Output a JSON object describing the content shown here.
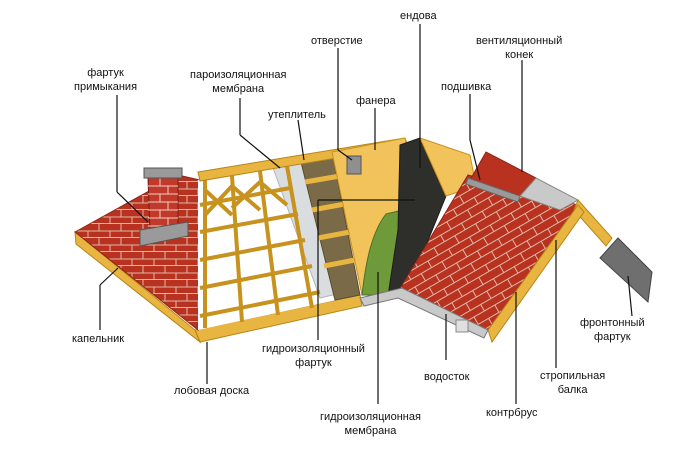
{
  "labels": {
    "endova": "ендова",
    "otverstie": "отверстие",
    "vent_konek": [
      "вентиляционный",
      "конек"
    ],
    "fartuk_primykaniya": [
      "фартук",
      "примыкания"
    ],
    "paroizol": [
      "пароизоляционная",
      "мембрана"
    ],
    "fanera": "фанера",
    "podshivka": "подшивка",
    "uteplitel": "утеплитель",
    "kapelnik": "капельник",
    "gidro_fartuk": [
      "гидроизоляционный",
      "фартук"
    ],
    "frontonnyi_fartuk": [
      "фронтонный",
      "фартук"
    ],
    "vodostok": "водосток",
    "stropilnaya_balka": [
      "стропильная",
      "балка"
    ],
    "lobovaya_doska": "лобовая доска",
    "kontrbrus": "контрбрус",
    "gidro_membrana": [
      "гидроизоляционная",
      "мембрана"
    ]
  },
  "colors": {
    "tile": "#b8321f",
    "tile_dark": "#8e2415",
    "tile_line": "#e0b8a8",
    "wood": "#e8b640",
    "wood_dark": "#b88418",
    "plywood": "#f2c35a",
    "membrane_green": "#6e9a3a",
    "membrane_dark": "#2e2f2a",
    "insulation": "#7a6a48",
    "vapor": "#d9dde0",
    "metal": "#9a9a9a",
    "chimney_brick": "#c0392b"
  }
}
